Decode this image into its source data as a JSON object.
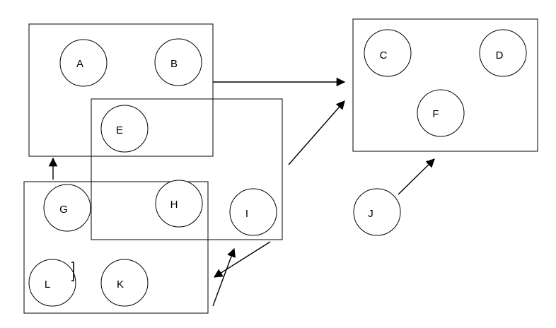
{
  "diagram": {
    "nodes": [
      {
        "id": "A",
        "label": "A"
      },
      {
        "id": "B",
        "label": "B"
      },
      {
        "id": "C",
        "label": "C"
      },
      {
        "id": "D",
        "label": "D"
      },
      {
        "id": "E",
        "label": "E"
      },
      {
        "id": "F",
        "label": "F"
      },
      {
        "id": "G",
        "label": "G"
      },
      {
        "id": "H",
        "label": "H"
      },
      {
        "id": "I",
        "label": "I"
      },
      {
        "id": "J",
        "label": "J"
      },
      {
        "id": "K",
        "label": "K"
      },
      {
        "id": "L",
        "label": "L"
      }
    ],
    "groups": [
      {
        "id": "group-ab-e",
        "members": [
          "A",
          "B",
          "E"
        ]
      },
      {
        "id": "group-cdf",
        "members": [
          "C",
          "D",
          "F"
        ]
      },
      {
        "id": "group-e-h-i",
        "members": [
          "E",
          "H",
          "I"
        ]
      },
      {
        "id": "group-g-h-l-k",
        "members": [
          "G",
          "H",
          "L",
          "K"
        ]
      }
    ],
    "edges": [
      {
        "from": "group-ab-e",
        "to": "group-cdf"
      },
      {
        "from": "group-e-h-i",
        "to": "group-cdf"
      },
      {
        "from": "J",
        "to": "group-cdf"
      },
      {
        "from": "group-g-h-l-k",
        "to": "group-ab-e"
      },
      {
        "from": "group-e-h-i",
        "to": "group-g-h-l-k"
      },
      {
        "from": "group-g-h-l-k",
        "to": "group-e-h-i"
      }
    ]
  }
}
